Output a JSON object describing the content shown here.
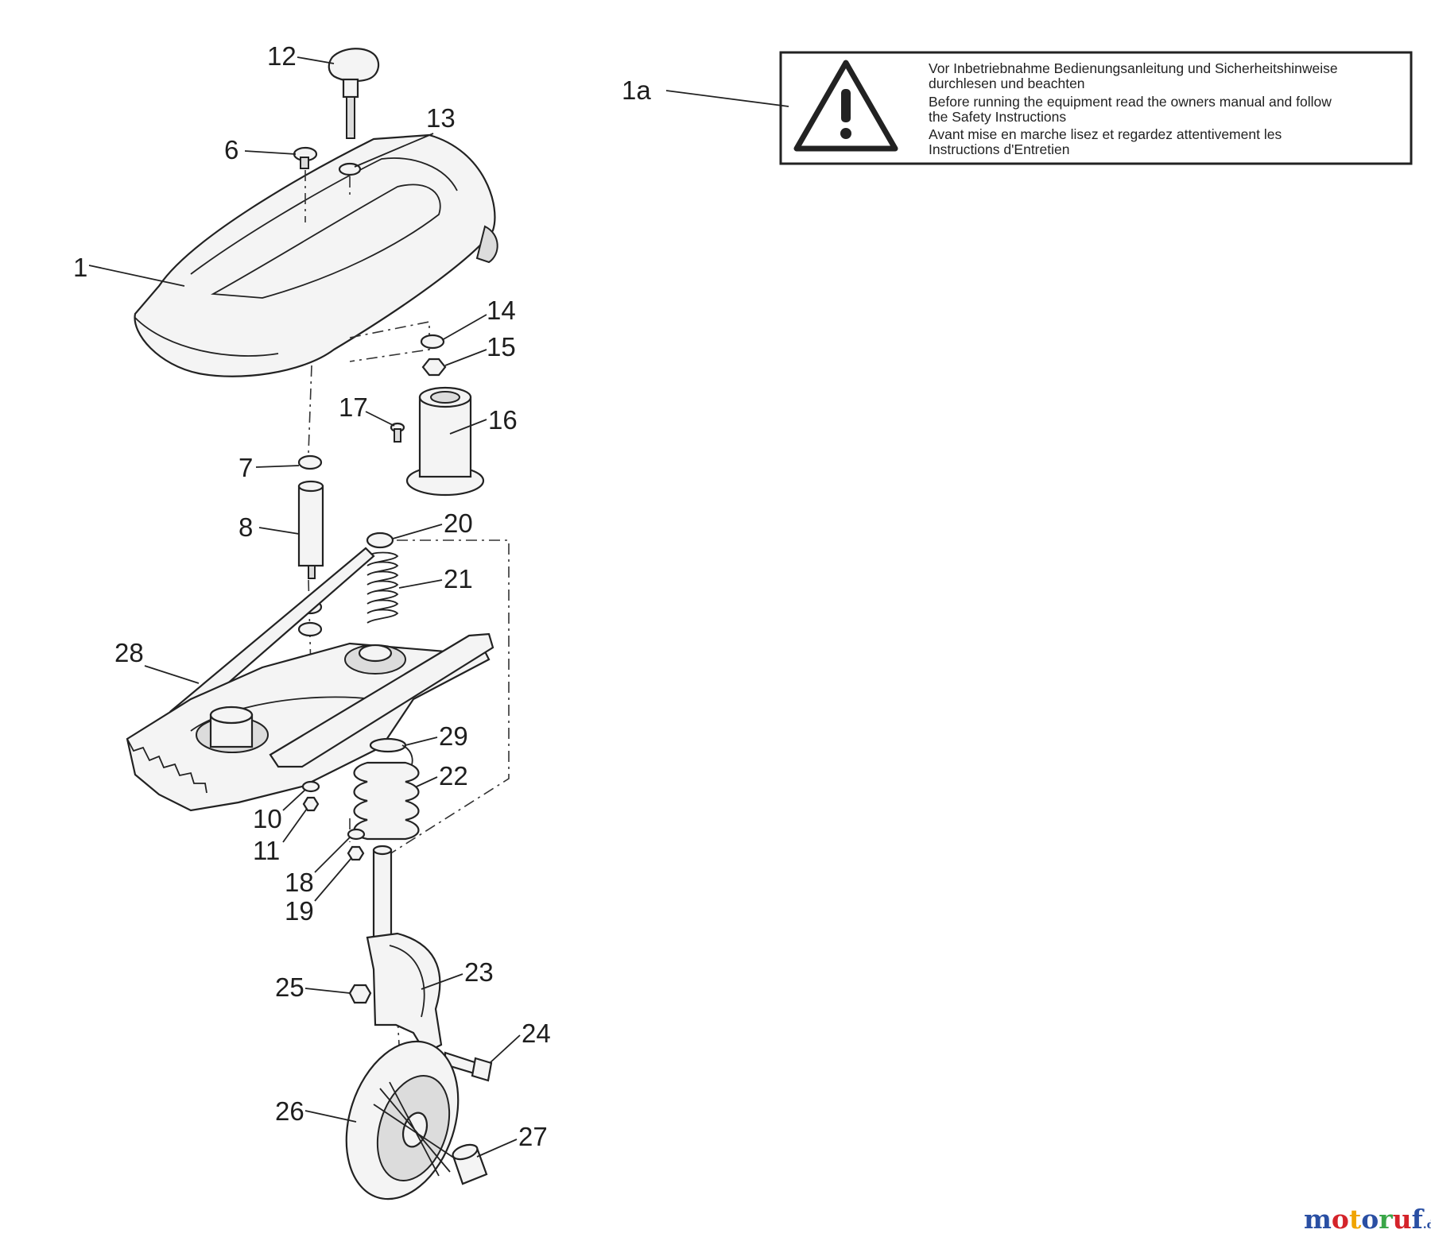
{
  "warning_label": {
    "id": "1a",
    "lines": [
      "Vor Inbetriebnahme Bedienungsanleitung und Sicherheitshinweise",
      "durchlesen und beachten",
      "Before running the equipment read the owners manual and follow",
      "the Safety Instructions",
      "Avant mise en marche lisez et regardez attentivement les",
      "Instructions d'Entretien"
    ]
  },
  "callouts": [
    "1",
    "6",
    "7",
    "8",
    "10",
    "11",
    "12",
    "13",
    "14",
    "15",
    "16",
    "17",
    "18",
    "19",
    "20",
    "21",
    "22",
    "23",
    "24",
    "25",
    "26",
    "27",
    "28",
    "29"
  ],
  "watermark": {
    "main": "motoruf",
    "suffix": ".de"
  }
}
